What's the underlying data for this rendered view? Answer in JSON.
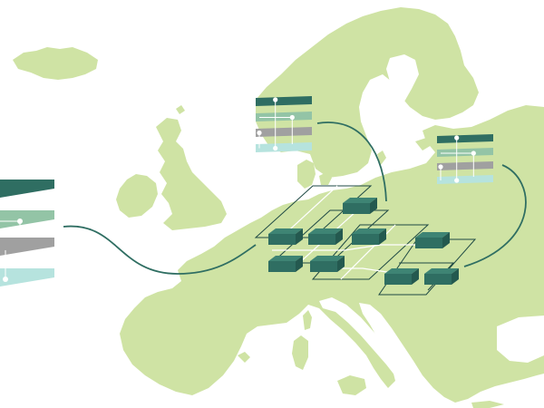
{
  "colors": {
    "land": "#cfe3a4",
    "background": "#ffffff",
    "connector": "#2f6e62",
    "block_dark": "#2f6e62",
    "block_dark_top": "#3e8474",
    "layer_light_green": "#93c4a6",
    "layer_gray": "#a0a0a0",
    "layer_cyan": "#b6e3de",
    "grid_line": "#1f4a44",
    "node_white": "#ffffff"
  },
  "icons": [
    "europe-map",
    "data-layer-stack-icon",
    "server-block-icon",
    "network-grid"
  ],
  "stacks": [
    {
      "name": "stack-west",
      "layers": [
        "block_dark",
        "layer_light_green",
        "layer_gray",
        "layer_cyan"
      ]
    },
    {
      "name": "stack-scandinavia",
      "layers": [
        "block_dark",
        "layer_light_green",
        "layer_gray",
        "layer_cyan"
      ]
    },
    {
      "name": "stack-baltic",
      "layers": [
        "block_dark",
        "layer_light_green",
        "layer_gray",
        "layer_cyan"
      ]
    }
  ],
  "node_count": 9
}
